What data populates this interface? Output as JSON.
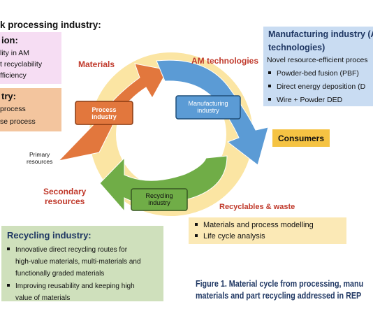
{
  "header": {
    "title": "k processing industry:"
  },
  "left_panels": {
    "pink": {
      "heading": "ion:",
      "lines": [
        "lity in AM",
        "t recyclability",
        "fficiency"
      ]
    },
    "peach": {
      "heading": "try:",
      "lines": [
        "process",
        "se process"
      ]
    }
  },
  "manufacturing": {
    "heading_1": "Manufacturing industry (A",
    "heading_2": "technologies)",
    "subtitle": "Novel resource-efficient proces",
    "bullets": [
      "Powder-bed fusion (PBF)",
      "Direct energy deposition (D",
      "Wire + Powder DED"
    ]
  },
  "cycle": {
    "materials_label": "Materials",
    "am_label": "AM technologies",
    "process_node": [
      "Process",
      "industry"
    ],
    "manufacturing_node": [
      "Manufacturing",
      "industry"
    ],
    "recycling_node": [
      "Recycling",
      "industry"
    ],
    "primary_label": [
      "Primary",
      "resources"
    ],
    "secondary_label": [
      "Secondary",
      "resources"
    ],
    "recyclables_label": "Recyclables & waste",
    "consumers_label": "Consumers"
  },
  "recycling": {
    "heading": "Recycling industry:",
    "bullets": [
      [
        "Innovative direct recycling routes for",
        "high-value materials, multi-materials and",
        "functionally graded materials"
      ],
      [
        "Improving reusability and keeping high",
        "value of materials"
      ]
    ]
  },
  "modelling": {
    "bullets": [
      "Materials and process modelling",
      "Life cycle analysis"
    ]
  },
  "caption": {
    "line_1": "Figure 1. Material cycle from processing, manu",
    "line_2": "materials and part recycling addressed in REP"
  },
  "colors": {
    "orange_arrow": "#e2773d",
    "blue_arrow": "#5b9bd5",
    "green_arrow": "#70ad47",
    "ring": "#fbe5a3",
    "label_red": "#c0392b",
    "heading_navy": "#1f3763",
    "consumers": "#f5c343"
  }
}
